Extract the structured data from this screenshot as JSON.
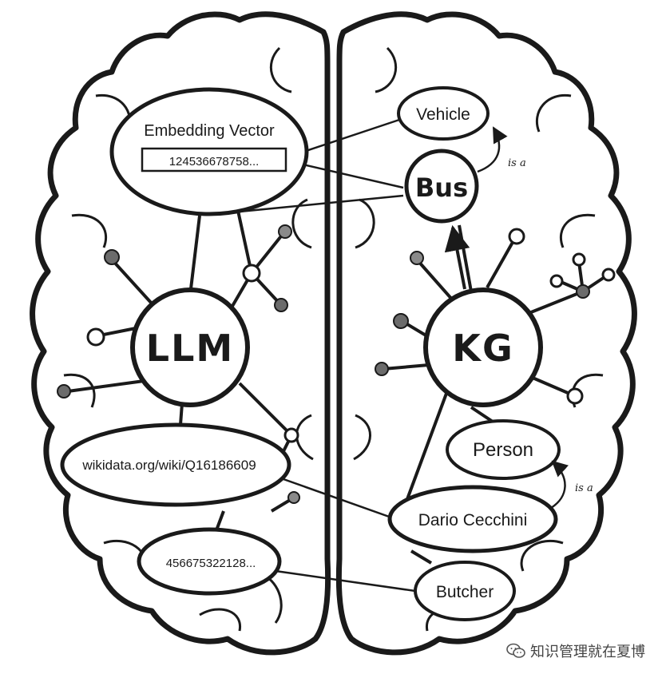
{
  "left": {
    "embedding": {
      "title": "Embedding Vector",
      "value": "124536678758..."
    },
    "center": "LLM",
    "url": "wikidata.org/wiki/Q16186609",
    "number": "456675322128..."
  },
  "right": {
    "vehicle": "Vehicle",
    "bus": "Bus",
    "isa_top": "is a",
    "center": "KG",
    "person": "Person",
    "dario": "Dario Cecchini",
    "isa_bottom": "is a",
    "butcher": "Butcher"
  },
  "watermark": {
    "icon": "wechat-icon",
    "text": "知识管理就在夏博"
  },
  "colors": {
    "stroke": "#1a1a1a",
    "fill": "#ffffff",
    "dot_dark": "#6b6b6b",
    "dot_mid": "#8a8a8a"
  }
}
